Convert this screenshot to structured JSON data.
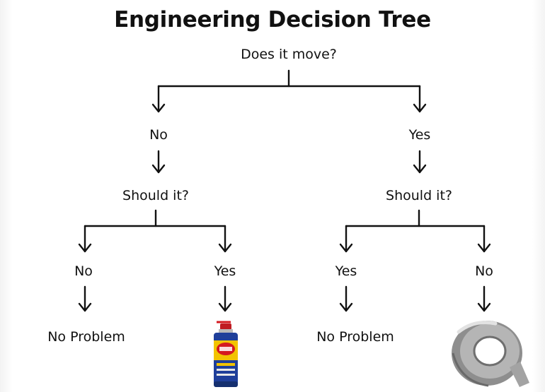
{
  "title": "Engineering Decision Tree",
  "root": {
    "question": "Does it move?"
  },
  "branches": {
    "left": {
      "answer": "No",
      "question": "Should it?",
      "outcomes": {
        "left": {
          "answer": "No",
          "result": "No Problem"
        },
        "right": {
          "answer": "Yes",
          "result_icon": "wd40-spray-can-icon"
        }
      }
    },
    "right": {
      "answer": "Yes",
      "question": "Should it?",
      "outcomes": {
        "left": {
          "answer": "Yes",
          "result": "No Problem"
        },
        "right": {
          "answer": "No",
          "result_icon": "duct-tape-icon"
        }
      }
    }
  },
  "colors": {
    "line": "#111111",
    "text": "#111111",
    "can_blue": "#1f3f9a",
    "can_yellow": "#f2c300",
    "can_red": "#d4191f",
    "tape_gray": "#9a9a9a"
  }
}
